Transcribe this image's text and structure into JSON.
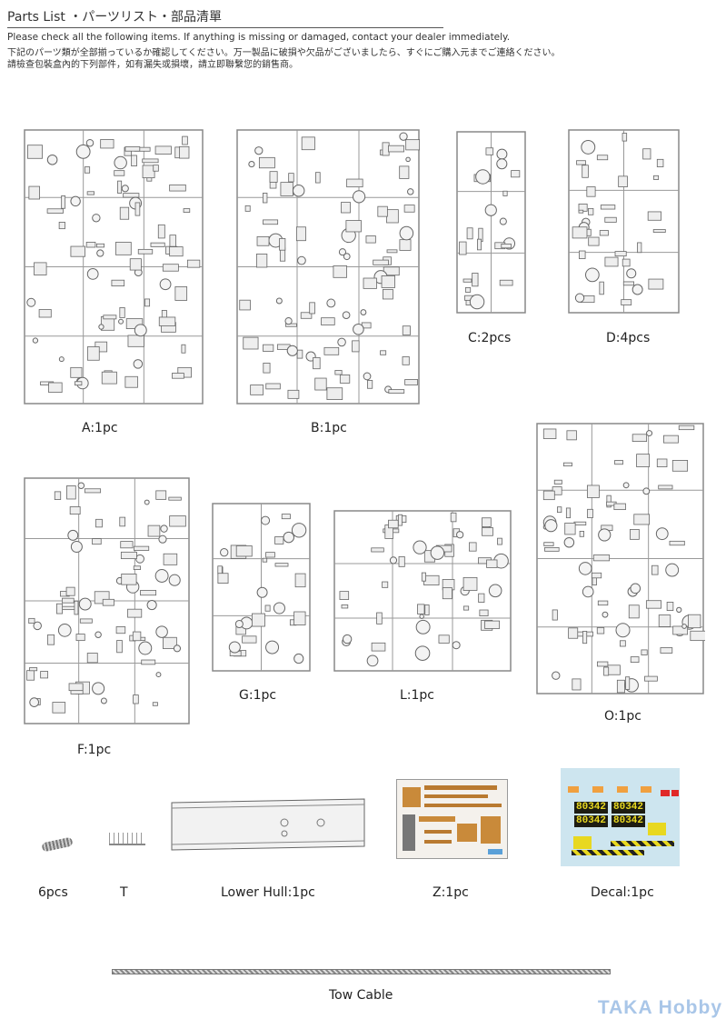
{
  "header": {
    "title": "Parts List ・パーツリスト・部品清單",
    "notes": [
      "Please check all the following items. If anything is missing or damaged, contact your dealer immediately.",
      "下記のパーツ類が全部揃っているか確認してください。万一製品に破損や欠品がございましたら、すぐにご購入元までご連絡ください。",
      "請檢查包裝盒內的下列部件，如有漏失或損壞，請立即聯繫您的銷售商。"
    ]
  },
  "parts": {
    "A": "A:1pc",
    "B": "B:1pc",
    "C": "C:2pcs",
    "D": "D:4pcs",
    "O": "O:1pc",
    "F": "F:1pc",
    "G": "G:1pc",
    "L": "L:1pc",
    "springs": "6pcs",
    "T": "T",
    "lower_hull": "Lower Hull:1pc",
    "Z": "Z:1pc",
    "decal": "Decal:1pc",
    "tow_cable": "Tow Cable"
  },
  "decal_sheet": {
    "numbers": [
      "80342",
      "80342",
      "80342",
      "80342"
    ],
    "colors": {
      "background": "#cde5ef",
      "orange": "#f0a040",
      "red": "#e02828",
      "yellow": "#e8d820"
    }
  },
  "watermark": "TAKA Hobby"
}
